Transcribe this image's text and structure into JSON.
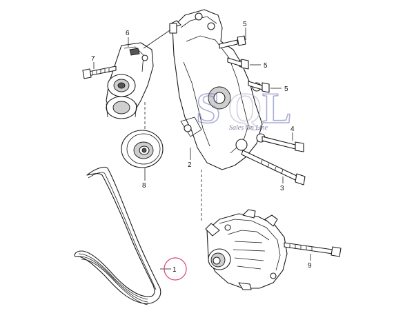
{
  "callouts": {
    "c1": "1",
    "c2": "2",
    "c3": "3",
    "c4": "4",
    "c5a": "5",
    "c5b": "5",
    "c5c": "5",
    "c6": "6",
    "c7": "7",
    "c8": "8",
    "c9": "9"
  },
  "watermark": {
    "letters": "SQL",
    "tagline": "Sales On Line",
    "colors": {
      "s": "#6b6fb0",
      "q": "#b0b0c8",
      "l": "#6b6fb0"
    }
  },
  "highlight": {
    "color": "#d9407a"
  }
}
